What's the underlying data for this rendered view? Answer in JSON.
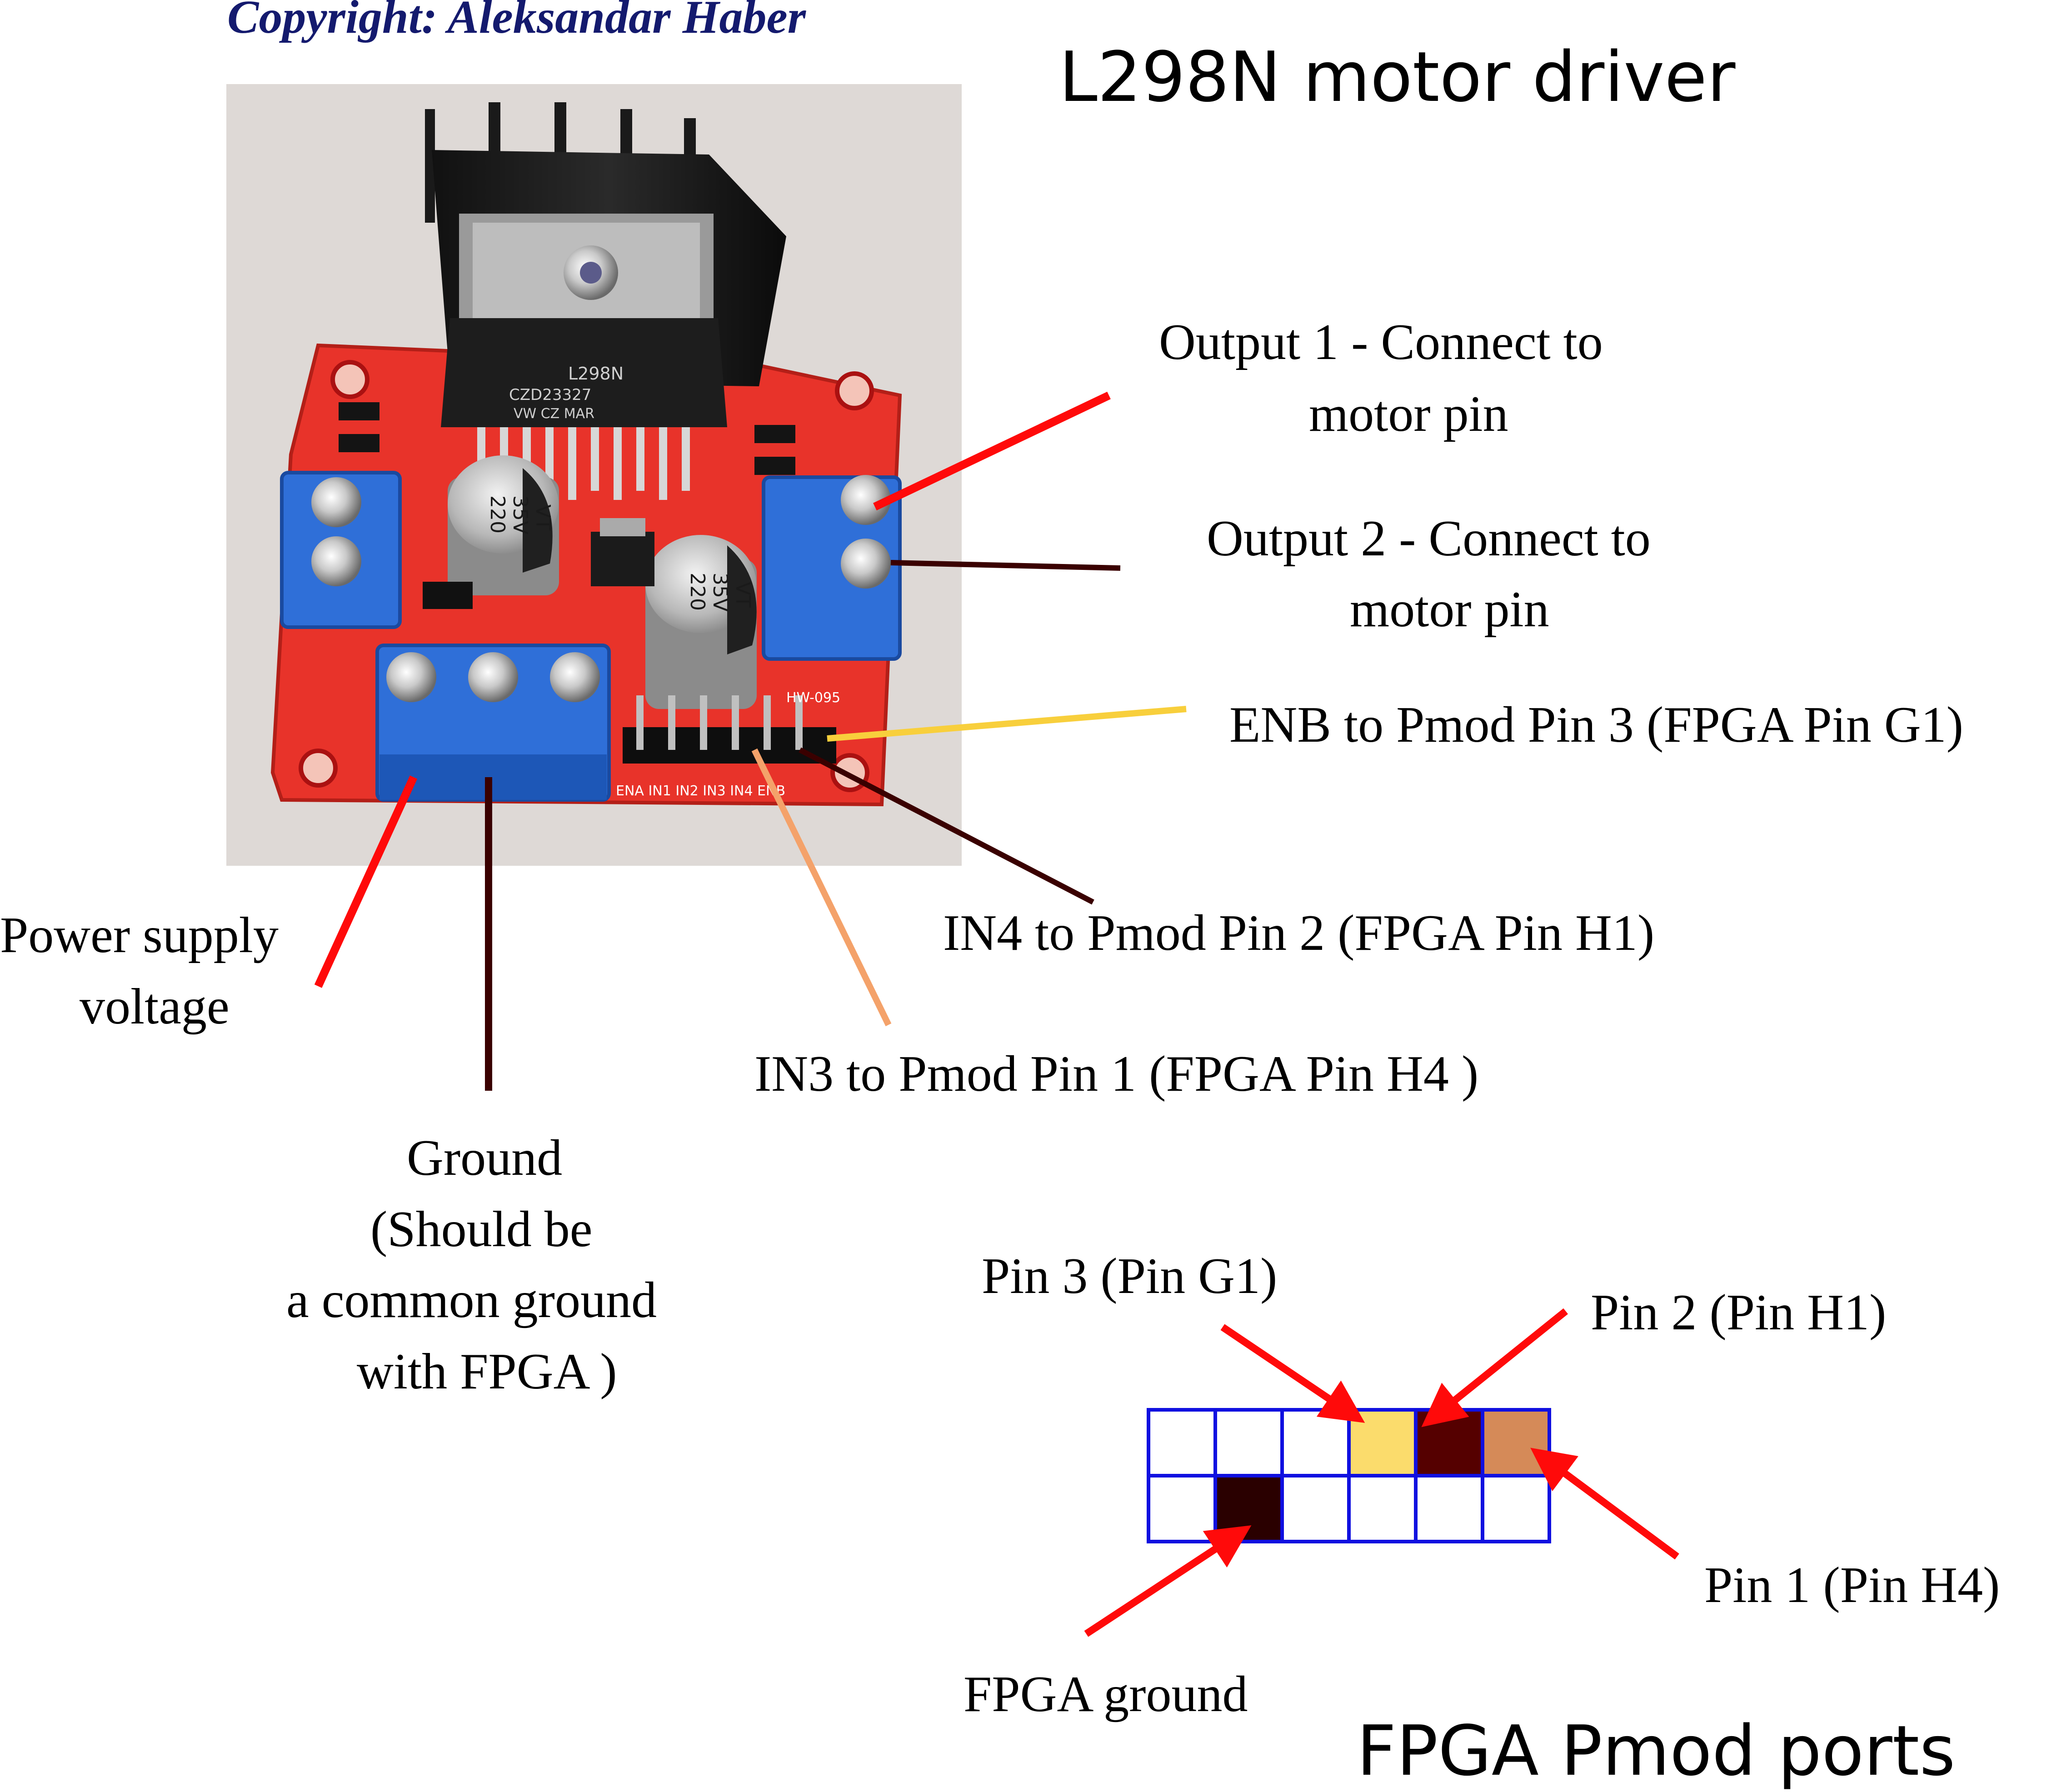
{
  "copyright": "Copyright: Aleksandar Haber",
  "title": "L298N motor driver",
  "pmod_title": "FPGA Pmod ports",
  "colors": {
    "red_wire": "#ff0a0a",
    "dark_wire": "#3a0000",
    "yellow_wire": "#f8cf3c",
    "orange_wire": "#f4a26a",
    "pcb_red": "#e8332a",
    "terminal_blue": "#2f6fd8",
    "grid_blue": "#1010e0",
    "copyright_blue": "#141a6e",
    "pmod_yellow": "#fbdc6c",
    "pmod_dark": "#550000",
    "pmod_tan": "#d58a58",
    "pmod_ground": "#2a0000"
  },
  "board": {
    "chip_line1": "L298N",
    "chip_line2": "CZD23327",
    "chip_line3": "VW CZ MAR",
    "cap1_line1": "220",
    "cap1_line2": "35V",
    "cap1_line3": "VT",
    "cap2_line1": "220",
    "cap2_line2": "35V",
    "cap2_line3": "VT",
    "header_labels": "ENA IN1 IN2 IN3 IN4 ENB",
    "board_id": "HW-095"
  },
  "labels": {
    "output1_line1": "Output 1 - Connect to",
    "output1_line2": "motor pin",
    "output2_line1": "Output 2 - Connect to",
    "output2_line2": "motor pin",
    "enb": "ENB to Pmod Pin 3 (FPGA Pin G1)",
    "in4": "IN4 to Pmod Pin 2 (FPGA Pin H1)",
    "in3": "IN3 to Pmod Pin 1 (FPGA Pin H4 )",
    "power_line1": "Power supply",
    "power_line2": "voltage",
    "ground_line1": "Ground",
    "ground_line2": "(Should be",
    "ground_line3": "a common ground",
    "ground_line4": "with FPGA )"
  },
  "pmod": {
    "pin3": "Pin 3 (Pin G1)",
    "pin2": "Pin 2 (Pin H1)",
    "pin1": "Pin 1 (Pin H4)",
    "ground": "FPGA ground"
  }
}
